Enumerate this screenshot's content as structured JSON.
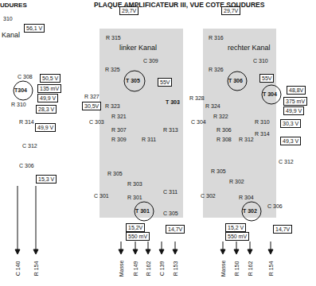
{
  "diagram": {
    "title": "PLAQUE AMPLIFICATEUR III, VUE COTE SOUDURES",
    "nodes": [
      {
        "text": [
          "56,1 V"
        ]
      },
      {
        "text": [
          "50,5 V"
        ]
      },
      {
        "text": [
          "135 mV"
        ]
      },
      {
        "text": [
          "49,9 V"
        ]
      },
      {
        "text": [
          "28,3 V"
        ]
      },
      {
        "text": [
          "49,9 V"
        ]
      },
      {
        "text": [
          "15,3 V"
        ]
      },
      {
        "text": [
          "29,7V"
        ]
      },
      {
        "text": [
          "55V"
        ]
      },
      {
        "text": [
          "30,5V"
        ]
      },
      {
        "text": [
          "15,2V"
        ]
      },
      {
        "text": [
          "550 mV"
        ]
      },
      {
        "text": [
          "14,7V"
        ]
      },
      {
        "text": [
          "29,7V"
        ]
      },
      {
        "text": [
          "55V"
        ]
      },
      {
        "text": [
          "48,8V"
        ]
      },
      {
        "text": [
          "375 mV"
        ]
      },
      {
        "text": [
          "49,9 V"
        ]
      },
      {
        "text": [
          "30,3 V"
        ]
      },
      {
        "text": [
          "49,3 V"
        ]
      },
      {
        "text": [
          "15,2 V"
        ]
      },
      {
        "text": [
          "550 mV"
        ]
      },
      {
        "text": [
          "14,7V"
        ]
      }
    ],
    "labels": [
      "UDURES",
      "310",
      "Kanal",
      "C 308",
      "T304",
      "R 310",
      "R 314",
      "C 312",
      "C 306",
      "R 315",
      "linker Kanal",
      "C 309",
      "R 325",
      "T 305",
      "R 327",
      "R 323",
      "R 321",
      "C 303",
      "R 307",
      "R 311",
      "R 313",
      "T 303",
      "R 309",
      "R 305",
      "R 303",
      "R 301",
      "C 301",
      "C 311",
      "T 301",
      "C 305",
      "R 316",
      "rechter Kanal",
      "C 310",
      "R 326",
      "T 306",
      "R 328",
      "R 324",
      "R 322",
      "C 304",
      "R 306",
      "R 308",
      "R 312",
      "R 310",
      "R 314",
      "T 304",
      "C 312",
      "C 306",
      "C 302",
      "R 302",
      "R 304",
      "T 302",
      "R 305",
      "C 140",
      "R 154",
      "Masse",
      "R 149",
      "R 162",
      "C 139",
      "R 153",
      "Masse",
      "R 150",
      "R 162",
      "R 154"
    ]
  }
}
